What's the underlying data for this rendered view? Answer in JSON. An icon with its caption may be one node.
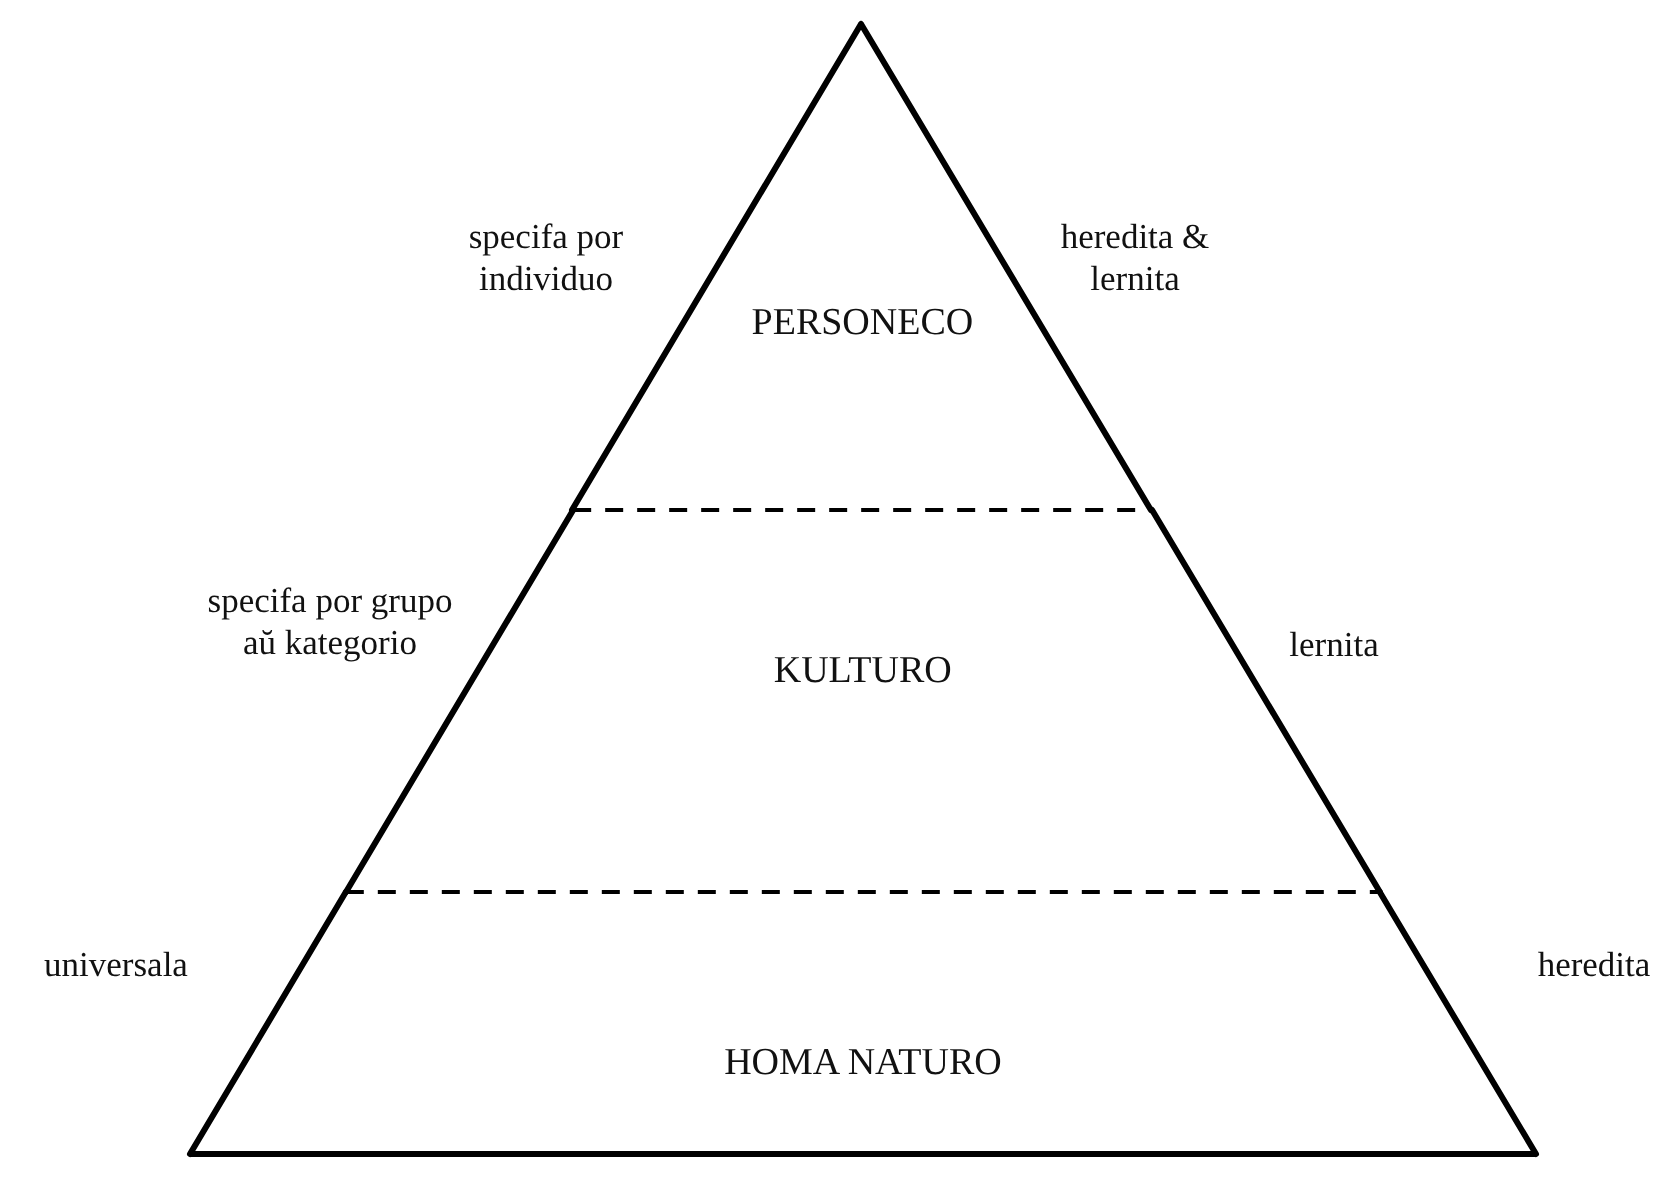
{
  "diagram": {
    "nodes": [
      {
        "text": [
          "PERSONECO"
        ]
      },
      {
        "text": [
          "KULTURO"
        ]
      },
      {
        "text": [
          "HOMA NATURO"
        ]
      }
    ],
    "labels": [
      "specifa por individuo",
      "heredita & lernita",
      "specifa por grupo aŭ kategorio",
      "lernita",
      "universala",
      "heredita"
    ]
  }
}
